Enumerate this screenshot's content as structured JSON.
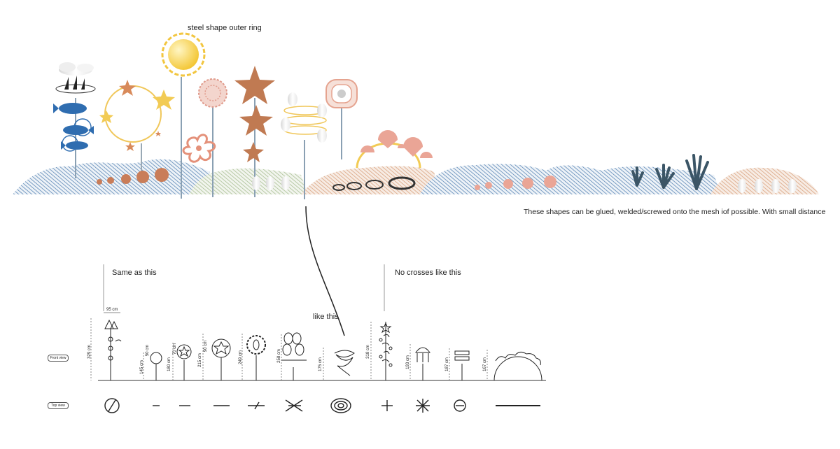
{
  "annotations": {
    "outer_ring": "steel shape outer ring",
    "mesh_note": "These shapes can be glued, welded/screwed onto the mesh iof possible. With small distance",
    "same_as_this": "Same as this",
    "no_crosses": "No crosses like this",
    "like_this": "like this"
  },
  "view_labels": {
    "front": "Front view",
    "top": "Top view"
  },
  "dimensions": {
    "width_95": "95 cm",
    "h1": "329 cm",
    "h2": "145 cm",
    "h2b": "50 cm",
    "h3": "180 cm",
    "h3b": "70 cm",
    "h4": "215 cm",
    "h4b": "90 cm",
    "h5": "249 cm",
    "h6": "258 cm",
    "h7": "175 cm",
    "h8": "318 cm",
    "h9": "193 cm",
    "h10": "187 cm",
    "h11": "167 cm"
  },
  "colors": {
    "blue_mesh": "#5b86b5",
    "green_mesh": "#a9bf93",
    "sand_mesh": "#d9a27f",
    "copper": "#c07a52",
    "pink": "#e9a99a",
    "sun": "#f6d65c",
    "fish": "#2f6db0",
    "seaweed": "#3b5566"
  }
}
